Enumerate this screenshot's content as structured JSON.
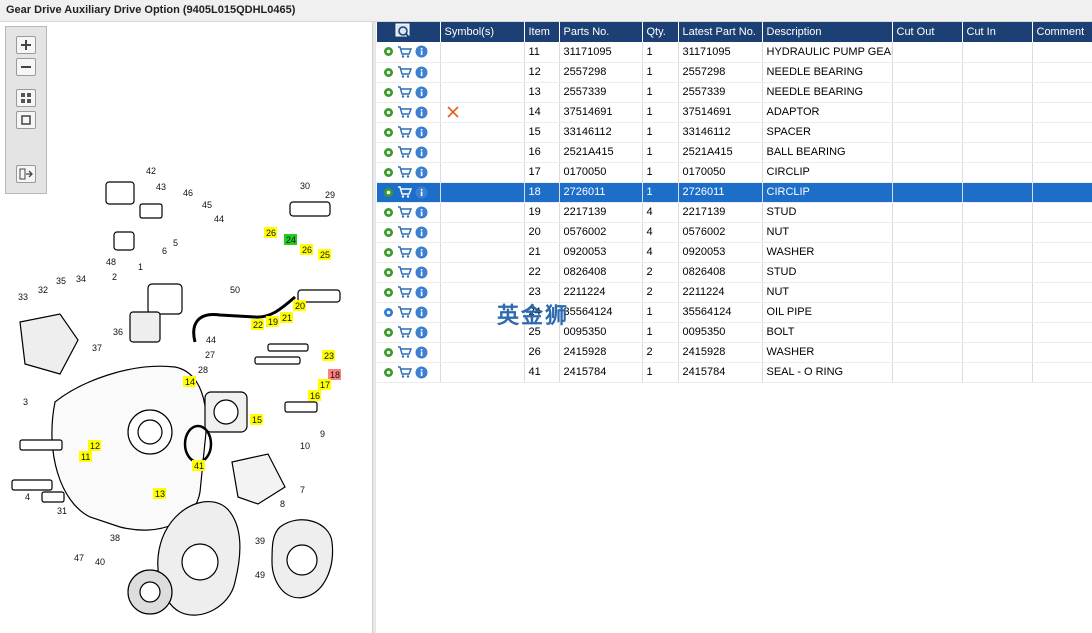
{
  "window": {
    "title": "Gear Drive Auxiliary Drive Option (9405L015QDHL0465)"
  },
  "toolbox": {
    "buttons": [
      {
        "name": "zoom-in",
        "icon": "plus-icon"
      },
      {
        "name": "zoom-out",
        "icon": "minus-icon"
      },
      {
        "name": "fit-page",
        "icon": "grid-icon"
      },
      {
        "name": "actual-size",
        "icon": "square-icon"
      },
      {
        "name": "export",
        "icon": "export-arrow-icon"
      }
    ]
  },
  "diagram": {
    "callouts": [
      "42",
      "43",
      "46",
      "45",
      "44",
      "30",
      "29",
      "48",
      "26",
      "24",
      "26",
      "25",
      "6",
      "5",
      "1",
      "2",
      "35",
      "34",
      "32",
      "33",
      "50",
      "36",
      "37",
      "20",
      "44",
      "22",
      "21",
      "19",
      "27",
      "23",
      "28",
      "18",
      "14",
      "17",
      "16",
      "3",
      "15",
      "9",
      "10",
      "12",
      "11",
      "41",
      "7",
      "4",
      "13",
      "8",
      "31",
      "39",
      "38",
      "47",
      "40",
      "49"
    ],
    "highlighted": {
      "yellow": [
        "26",
        "26",
        "25",
        "20",
        "22",
        "21",
        "19",
        "23",
        "14",
        "17",
        "16",
        "15",
        "12",
        "11",
        "41",
        "13"
      ],
      "green": [
        "24"
      ],
      "red": [
        "18"
      ]
    }
  },
  "table": {
    "columns": [
      "",
      "Symbol(s)",
      "Item",
      "Parts No.",
      "Qty.",
      "Latest Part No.",
      "Description",
      "Cut Out",
      "Cut In",
      "Comment"
    ],
    "rows": [
      {
        "symbol": "",
        "item": "11",
        "part_no": "31171095",
        "qty": "1",
        "latest": "31171095",
        "desc": "HYDRAULIC PUMP GEAR"
      },
      {
        "symbol": "",
        "item": "12",
        "part_no": "2557298",
        "qty": "1",
        "latest": "2557298",
        "desc": "NEEDLE BEARING"
      },
      {
        "symbol": "",
        "item": "13",
        "part_no": "2557339",
        "qty": "1",
        "latest": "2557339",
        "desc": "NEEDLE BEARING"
      },
      {
        "symbol": "cross-icon",
        "item": "14",
        "part_no": "37514691",
        "qty": "1",
        "latest": "37514691",
        "desc": "ADAPTOR"
      },
      {
        "symbol": "",
        "item": "15",
        "part_no": "33146112",
        "qty": "1",
        "latest": "33146112",
        "desc": "SPACER"
      },
      {
        "symbol": "",
        "item": "16",
        "part_no": "2521A415",
        "qty": "1",
        "latest": "2521A415",
        "desc": "BALL BEARING"
      },
      {
        "symbol": "",
        "item": "17",
        "part_no": "0170050",
        "qty": "1",
        "latest": "0170050",
        "desc": "CIRCLIP"
      },
      {
        "symbol": "",
        "item": "18",
        "part_no": "2726011",
        "qty": "1",
        "latest": "2726011",
        "desc": "CIRCLIP",
        "selected": true
      },
      {
        "symbol": "",
        "item": "19",
        "part_no": "2217139",
        "qty": "4",
        "latest": "2217139",
        "desc": "STUD"
      },
      {
        "symbol": "",
        "item": "20",
        "part_no": "0576002",
        "qty": "4",
        "latest": "0576002",
        "desc": "NUT"
      },
      {
        "symbol": "",
        "item": "21",
        "part_no": "0920053",
        "qty": "4",
        "latest": "0920053",
        "desc": "WASHER"
      },
      {
        "symbol": "",
        "item": "22",
        "part_no": "0826408",
        "qty": "2",
        "latest": "0826408",
        "desc": "STUD"
      },
      {
        "symbol": "",
        "item": "23",
        "part_no": "2211224",
        "qty": "2",
        "latest": "2211224",
        "desc": "NUT"
      },
      {
        "symbol": "",
        "item": "24",
        "part_no": "35564124",
        "qty": "1",
        "latest": "35564124",
        "desc": "OIL PIPE",
        "alt_icon": true
      },
      {
        "symbol": "",
        "item": "25",
        "part_no": "0095350",
        "qty": "1",
        "latest": "0095350",
        "desc": "BOLT"
      },
      {
        "symbol": "",
        "item": "26",
        "part_no": "2415928",
        "qty": "2",
        "latest": "2415928",
        "desc": "WASHER"
      },
      {
        "symbol": "",
        "item": "41",
        "part_no": "2415784",
        "qty": "1",
        "latest": "2415784",
        "desc": "SEAL - O RING"
      }
    ]
  },
  "watermark": {
    "text": "英金狮"
  },
  "colors": {
    "header_bg": "#1c3f74",
    "selected_row": "#1d6ec8",
    "highlight_yellow": "#ffff00",
    "highlight_green": "#22cc22",
    "highlight_red": "#ff8080"
  }
}
